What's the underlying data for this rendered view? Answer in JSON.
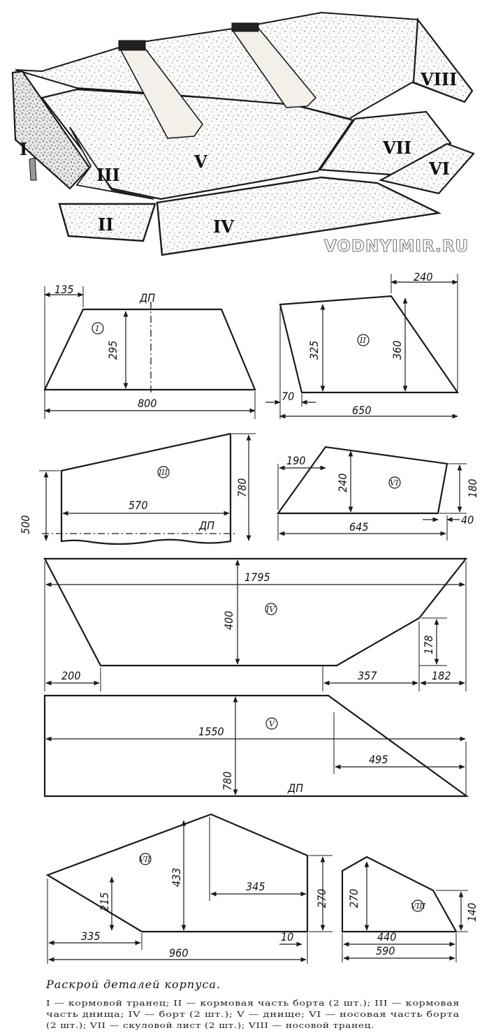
{
  "watermark": "VODNYIMIR.RU",
  "isometric_labels": [
    "I",
    "II",
    "III",
    "IV",
    "V",
    "VI",
    "VII",
    "VIII"
  ],
  "parts": [
    {
      "id": "I",
      "circle": "I",
      "dims": [
        "135",
        "295",
        "800"
      ],
      "centerline": "ДП"
    },
    {
      "id": "II",
      "circle": "II",
      "dims": [
        "240",
        "325",
        "360",
        "70",
        "650"
      ]
    },
    {
      "id": "III",
      "circle": "III",
      "dims": [
        "570",
        "500",
        "780"
      ],
      "centerline": "ДП"
    },
    {
      "id": "VI",
      "circle": "VI",
      "dims": [
        "190",
        "240",
        "180",
        "645",
        "40"
      ]
    },
    {
      "id": "IV",
      "circle": "IV",
      "dims": [
        "1795",
        "400",
        "178",
        "200",
        "357",
        "182"
      ]
    },
    {
      "id": "V",
      "circle": "V",
      "dims": [
        "1550",
        "495",
        "780"
      ],
      "centerline": "ДП"
    },
    {
      "id": "VII",
      "circle": "VII",
      "dims": [
        "433",
        "215",
        "345",
        "270",
        "335",
        "10",
        "960"
      ]
    },
    {
      "id": "VIII",
      "circle": "VIII",
      "dims": [
        "270",
        "140",
        "440",
        "590"
      ]
    }
  ],
  "caption": {
    "title": "Раскрой деталей корпуса.",
    "lines": [
      "I — кормовой транец; II — кормовая часть борта (2 шт.); III — кормовая",
      "часть днища; IV — борт (2 шт.); V — днище; VI — носовая часть борта",
      "(2 шт.); VII — скуловой лист (2 шт.); VIII — носовой транец."
    ]
  }
}
